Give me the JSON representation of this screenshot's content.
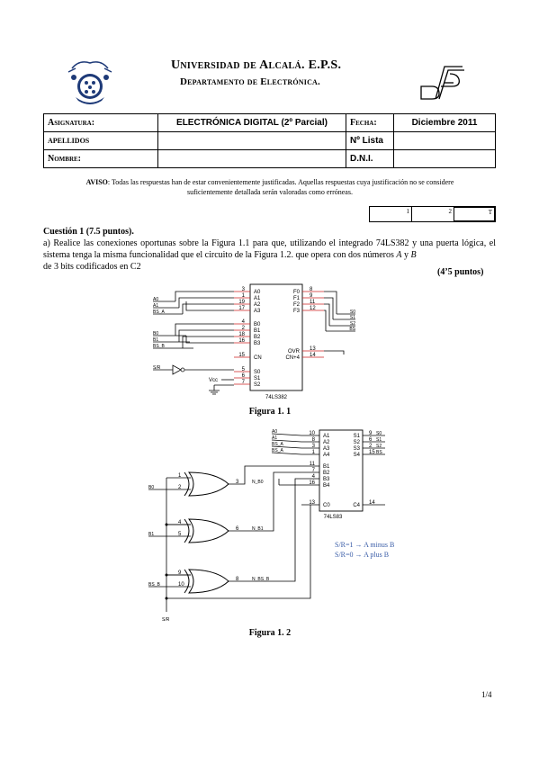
{
  "header": {
    "university": "Universidad de Alcalá. E.P.S.",
    "department": "Departamento de Electrónica."
  },
  "form": {
    "asignatura_label": "Asignatura:",
    "asignatura_value": "ELECTRÓNICA DIGITAL (2º Parcial)",
    "fecha_label": "Fecha:",
    "fecha_value": "Diciembre 2011",
    "apellidos_label": "APELLIDOS",
    "lista_label": "Nº Lista",
    "nombre_label": "Nombre:",
    "dni_label": "D.N.I."
  },
  "notice": {
    "label": "AVISO",
    "text": ": Todas las respuestas han de estar convenientemente justificadas. Aquellas respuestas cuya justificación no se considere suficientemente detallada serán valoradas como erróneas."
  },
  "score_boxes": [
    "1",
    "2",
    "T"
  ],
  "question": {
    "title": "Cuestión 1 (7.5 puntos).",
    "body_a": "a) Realice las conexiones oportunas sobre la Figura 1.1 para que, utilizando el integrado 74LS382 y una puerta lógica, el sistema tenga la misma funcionalidad que el circuito de la Figura 1.2. que opera con dos números ",
    "var_a": "A",
    "body_y": " y ",
    "var_b": "B",
    "body_b": " de 3 bits codificados en C2",
    "points": "(4’5 puntos)"
  },
  "figure1": {
    "caption": "Figura 1. 1",
    "chip": "74LS382",
    "left_pins": [
      {
        "num": "3",
        "name": "A0"
      },
      {
        "num": "1",
        "name": "A1"
      },
      {
        "num": "19",
        "name": "A2"
      },
      {
        "num": "17",
        "name": "A3"
      },
      {
        "num": "4",
        "name": "B0"
      },
      {
        "num": "2",
        "name": "B1"
      },
      {
        "num": "18",
        "name": "B2"
      },
      {
        "num": "16",
        "name": "B3"
      },
      {
        "num": "15",
        "name": "CN"
      },
      {
        "num": "5",
        "name": "S0"
      },
      {
        "num": "6",
        "name": "S1"
      },
      {
        "num": "7",
        "name": "S2"
      }
    ],
    "right_pins": [
      {
        "num": "8",
        "name": "F0"
      },
      {
        "num": "9",
        "name": "F1"
      },
      {
        "num": "11",
        "name": "F2"
      },
      {
        "num": "12",
        "name": "F3"
      },
      {
        "num": "13",
        "name": "OVR"
      },
      {
        "num": "14",
        "name": "CN+4"
      }
    ],
    "inputs": [
      "A0",
      "A1",
      "BS_A",
      "B0",
      "B1",
      "BS_B",
      "S/R"
    ],
    "outputs": [
      "S0",
      "S1",
      "S2",
      "BS"
    ],
    "vcc": "Vcc"
  },
  "figure2": {
    "caption": "Figura 1. 2",
    "chip": "74LS83",
    "left_pins": [
      {
        "num": "10",
        "name": "A1"
      },
      {
        "num": "8",
        "name": "A2"
      },
      {
        "num": "3",
        "name": "A3"
      },
      {
        "num": "1",
        "name": "A4"
      },
      {
        "num": "11",
        "name": "B1"
      },
      {
        "num": "7",
        "name": "B2"
      },
      {
        "num": "4",
        "name": "B3"
      },
      {
        "num": "16",
        "name": "B4"
      },
      {
        "num": "13",
        "name": "C0"
      }
    ],
    "right_pins": [
      {
        "num": "9",
        "name": "S1"
      },
      {
        "num": "6",
        "name": "S2"
      },
      {
        "num": "2",
        "name": "S3"
      },
      {
        "num": "15",
        "name": "S4"
      },
      {
        "num": "14",
        "name": "C4"
      }
    ],
    "a_inputs": [
      "A0",
      "A1",
      "BS_A",
      "BS_A"
    ],
    "s_outputs": [
      "S0",
      "S1",
      "S2",
      "BS"
    ],
    "gates": [
      {
        "in1": "1",
        "in2": "2",
        "out": "3",
        "input": "B0",
        "net": "N_B0"
      },
      {
        "in1": "4",
        "in2": "5",
        "out": "6",
        "input": "B1",
        "net": "N_B1"
      },
      {
        "in1": "9",
        "in2": "10",
        "out": "8",
        "input": "BS_B",
        "net": "N_BS_B"
      }
    ],
    "control": "S/R",
    "legend": [
      "S/R=1 → A minus B",
      "S/R=0 → A plus B"
    ]
  },
  "page_number": "1/4",
  "colors": {
    "legend": "#3b5ea8",
    "wire_red": "#cc2222"
  }
}
